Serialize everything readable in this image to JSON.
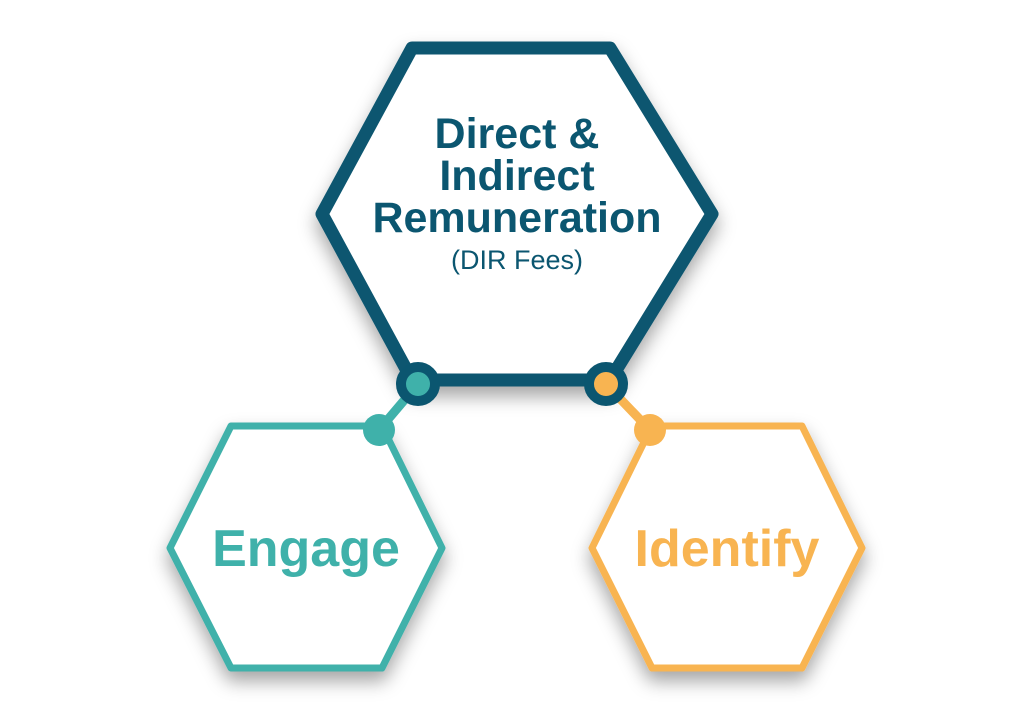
{
  "diagram": {
    "main": {
      "title_lines": [
        "Direct &",
        "Indirect",
        "Remuneration"
      ],
      "subtitle": "(DIR Fees)",
      "color": "#0b5670"
    },
    "left": {
      "label": "Engage",
      "color": "#3fb1aa"
    },
    "right": {
      "label": "Identify",
      "color": "#f8b451"
    }
  }
}
